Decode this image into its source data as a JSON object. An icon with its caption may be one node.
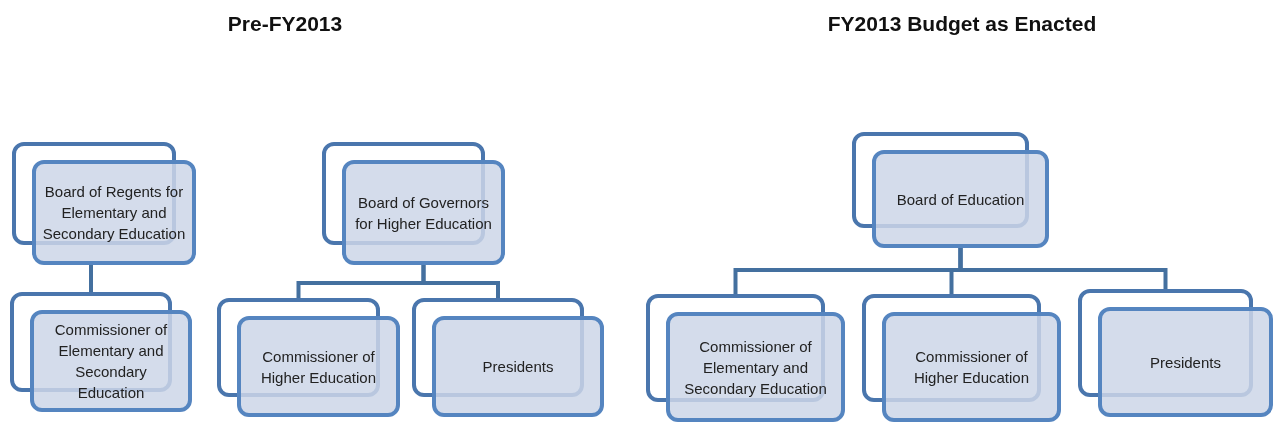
{
  "diagram": {
    "nodes": [
      {
        "text": [
          "Board of Regents for Elementary and Secondary Education"
        ]
      },
      {
        "text": [
          "Commissioner of Elementary and Secondary Education"
        ]
      },
      {
        "text": [
          "Board of Governors for Higher Education"
        ]
      },
      {
        "text": [
          "Commissioner of Higher Education"
        ]
      },
      {
        "text": [
          "Presidents"
        ]
      },
      {
        "text": [
          "Board of Education"
        ]
      },
      {
        "text": [
          "Commissioner of Elementary and Secondary Education"
        ]
      },
      {
        "text": [
          "Commissioner of Higher Education"
        ]
      },
      {
        "text": [
          "Presidents"
        ]
      }
    ],
    "edges": [
      {
        "from": 0,
        "to": 1,
        "arrow": "none"
      },
      {
        "from": 2,
        "to": 3,
        "arrow": "none"
      },
      {
        "from": 2,
        "to": 4,
        "arrow": "none"
      },
      {
        "from": 5,
        "to": 6,
        "arrow": "none"
      },
      {
        "from": 5,
        "to": 7,
        "arrow": "none"
      },
      {
        "from": 5,
        "to": 8,
        "arrow": "none"
      }
    ],
    "labels": [
      "Pre-FY2013",
      "FY2013 Budget as Enacted"
    ]
  }
}
